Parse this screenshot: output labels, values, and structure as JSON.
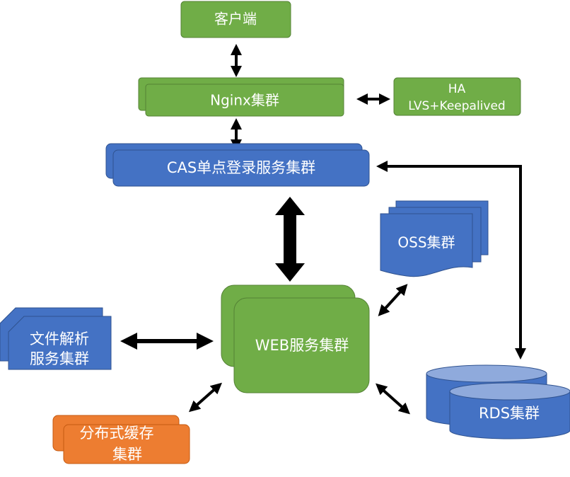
{
  "colors": {
    "green": "#70ad47",
    "green_border": "#548235",
    "blue": "#4472c4",
    "blue_border": "#2f528f",
    "blue_light": "#8faadc",
    "orange": "#ed7d31",
    "orange_border": "#c55a11",
    "arrow": "#000000"
  },
  "nodes": {
    "client": "客户端",
    "nginx": "Nginx集群",
    "ha_line1": "HA",
    "ha_line2": "LVS+Keepalived",
    "cas": "CAS单点登录服务集群",
    "oss": "OSS集群",
    "web": "WEB服务集群",
    "file_line1": "文件解析",
    "file_line2": "服务集群",
    "cache_line1": "分布式缓存",
    "cache_line2": "集群",
    "rds": "RDS集群"
  }
}
